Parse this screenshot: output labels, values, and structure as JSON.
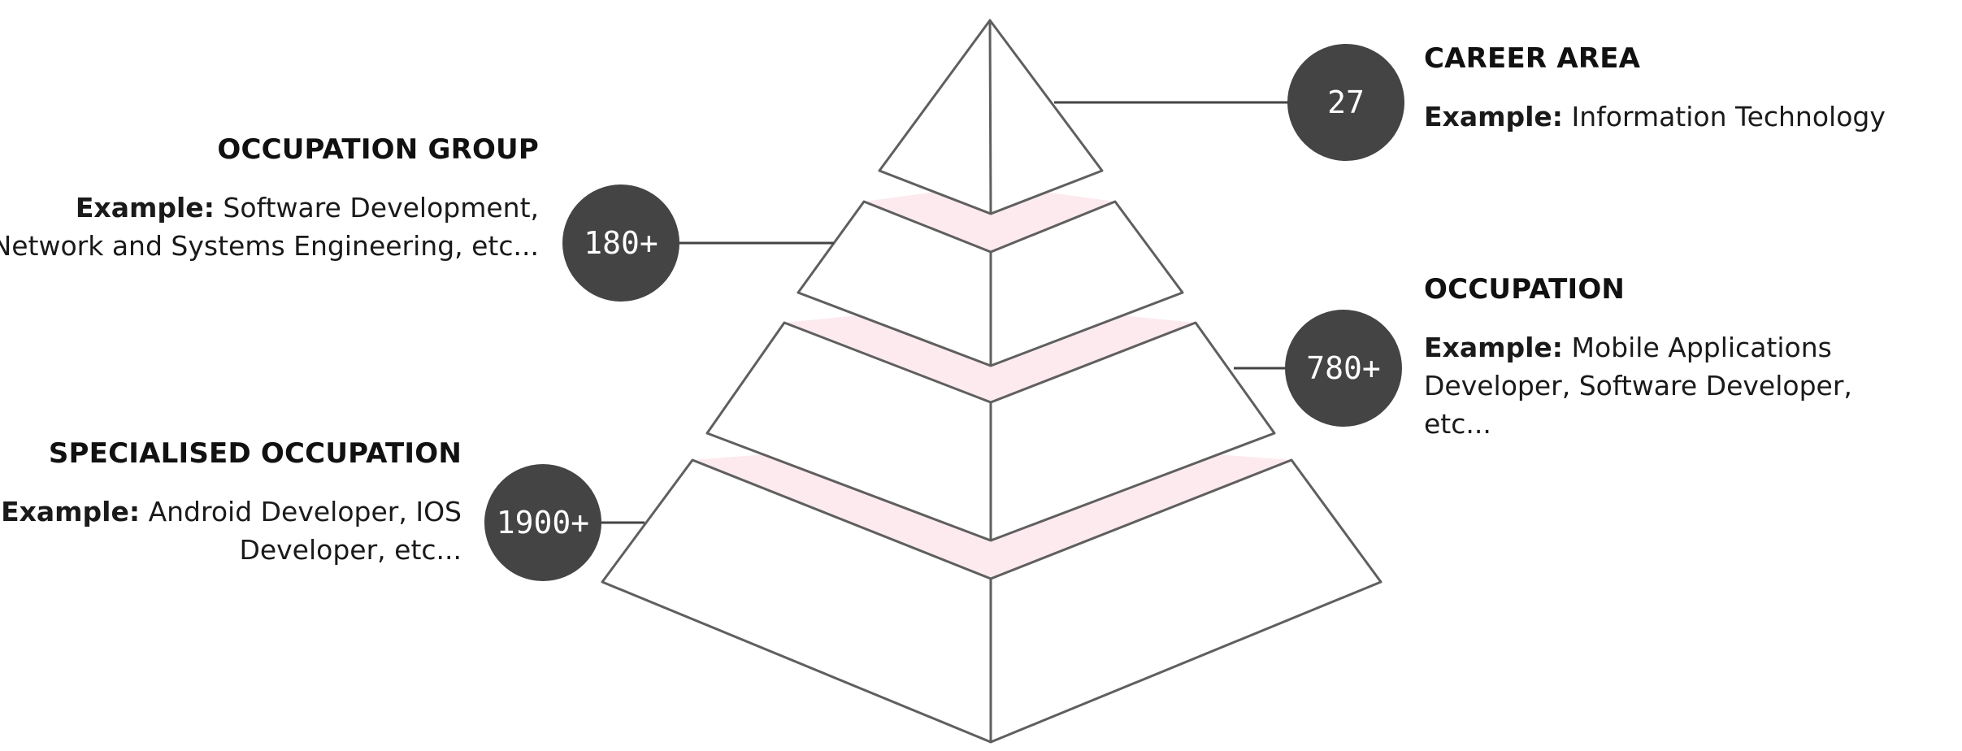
{
  "levels": [
    {
      "key": "career_area",
      "title": "CAREER AREA",
      "example_label": "Example:",
      "example_text": "Information Technology",
      "count": "27"
    },
    {
      "key": "occupation_group",
      "title": "OCCUPATION GROUP",
      "example_label": "Example:",
      "example_text": "Software Development, Network and Systems Engineering, etc...",
      "count": "180+"
    },
    {
      "key": "occupation",
      "title": "OCCUPATION",
      "example_label": "Example:",
      "example_text": "Mobile Applications Developer, Software Developer, etc...",
      "count": "780+"
    },
    {
      "key": "specialised_occupation",
      "title": "SPECIALISED OCCUPATION",
      "example_label": "Example:",
      "example_text": "Android Developer, IOS Developer, etc...",
      "count": "1900+"
    }
  ],
  "colors": {
    "outline": "#5f5f5f",
    "band": "#fdeaee",
    "face": "#ffffff",
    "badge": "#444444",
    "badge_text": "#ffffff"
  }
}
